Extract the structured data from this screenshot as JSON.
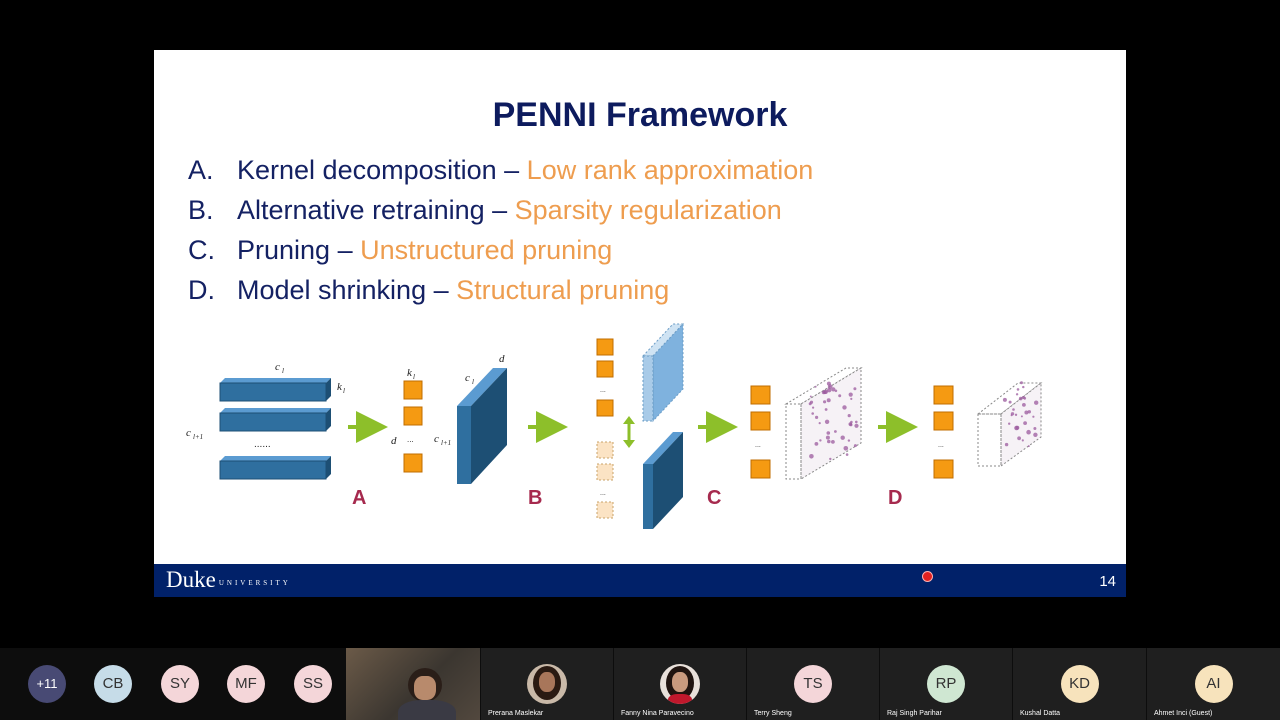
{
  "slide": {
    "title": "PENNI Framework",
    "bullets": [
      {
        "letter": "A.",
        "text": "Kernel decomposition – ",
        "highlight": "Low rank approximation"
      },
      {
        "letter": "B.",
        "text": "Alternative retraining – ",
        "highlight": "Sparsity regularization"
      },
      {
        "letter": "C.",
        "text": "Pruning – ",
        "highlight": "Unstructured pruning"
      },
      {
        "letter": "D.",
        "text": "Model shrinking – ",
        "highlight": "Structural pruning"
      }
    ],
    "diagram": {
      "stage_labels": [
        "A",
        "B",
        "C",
        "D"
      ],
      "symbols": {
        "cl": "c",
        "cl_sub": "l",
        "cl1_sub": "l+1",
        "kl": "k",
        "kl_sub": "l",
        "d": "d",
        "dots": "......",
        "small_dots": "..."
      }
    },
    "footer": {
      "logo": "Duke",
      "logo_sub": "UNIVERSITY",
      "page_number": "14"
    }
  },
  "participants": {
    "overflow": {
      "label": "+11",
      "color": "#484a74"
    },
    "avatars": [
      {
        "initials": "CB",
        "color": "#c6dce8"
      },
      {
        "initials": "SY",
        "color": "#f4d6d9"
      },
      {
        "initials": "MF",
        "color": "#f4d6d9"
      },
      {
        "initials": "SS",
        "color": "#f4d6d9"
      }
    ],
    "tiles": [
      {
        "name": "Prerana Maslekar",
        "type": "photo"
      },
      {
        "name": "Fanny Nina Paravecino",
        "type": "photo"
      },
      {
        "name": "Terry Sheng",
        "initials": "TS",
        "color": "#f4d6d9"
      },
      {
        "name": "Raj Singh Parihar",
        "initials": "RP",
        "color": "#cfe7d2"
      },
      {
        "name": "Kushal Datta",
        "initials": "KD",
        "color": "#f7e3bc"
      },
      {
        "name": "Ahmet Inci (Guest)",
        "initials": "AI",
        "color": "#f7e3bc"
      }
    ]
  },
  "colors": {
    "title": "#0d1b5e",
    "highlight": "#ee9d4f",
    "footer": "#012169",
    "stage_label": "#a62a4e",
    "block": "#2f6f9f",
    "arrow": "#8dbf2a",
    "orange_square": "#f59a12"
  }
}
